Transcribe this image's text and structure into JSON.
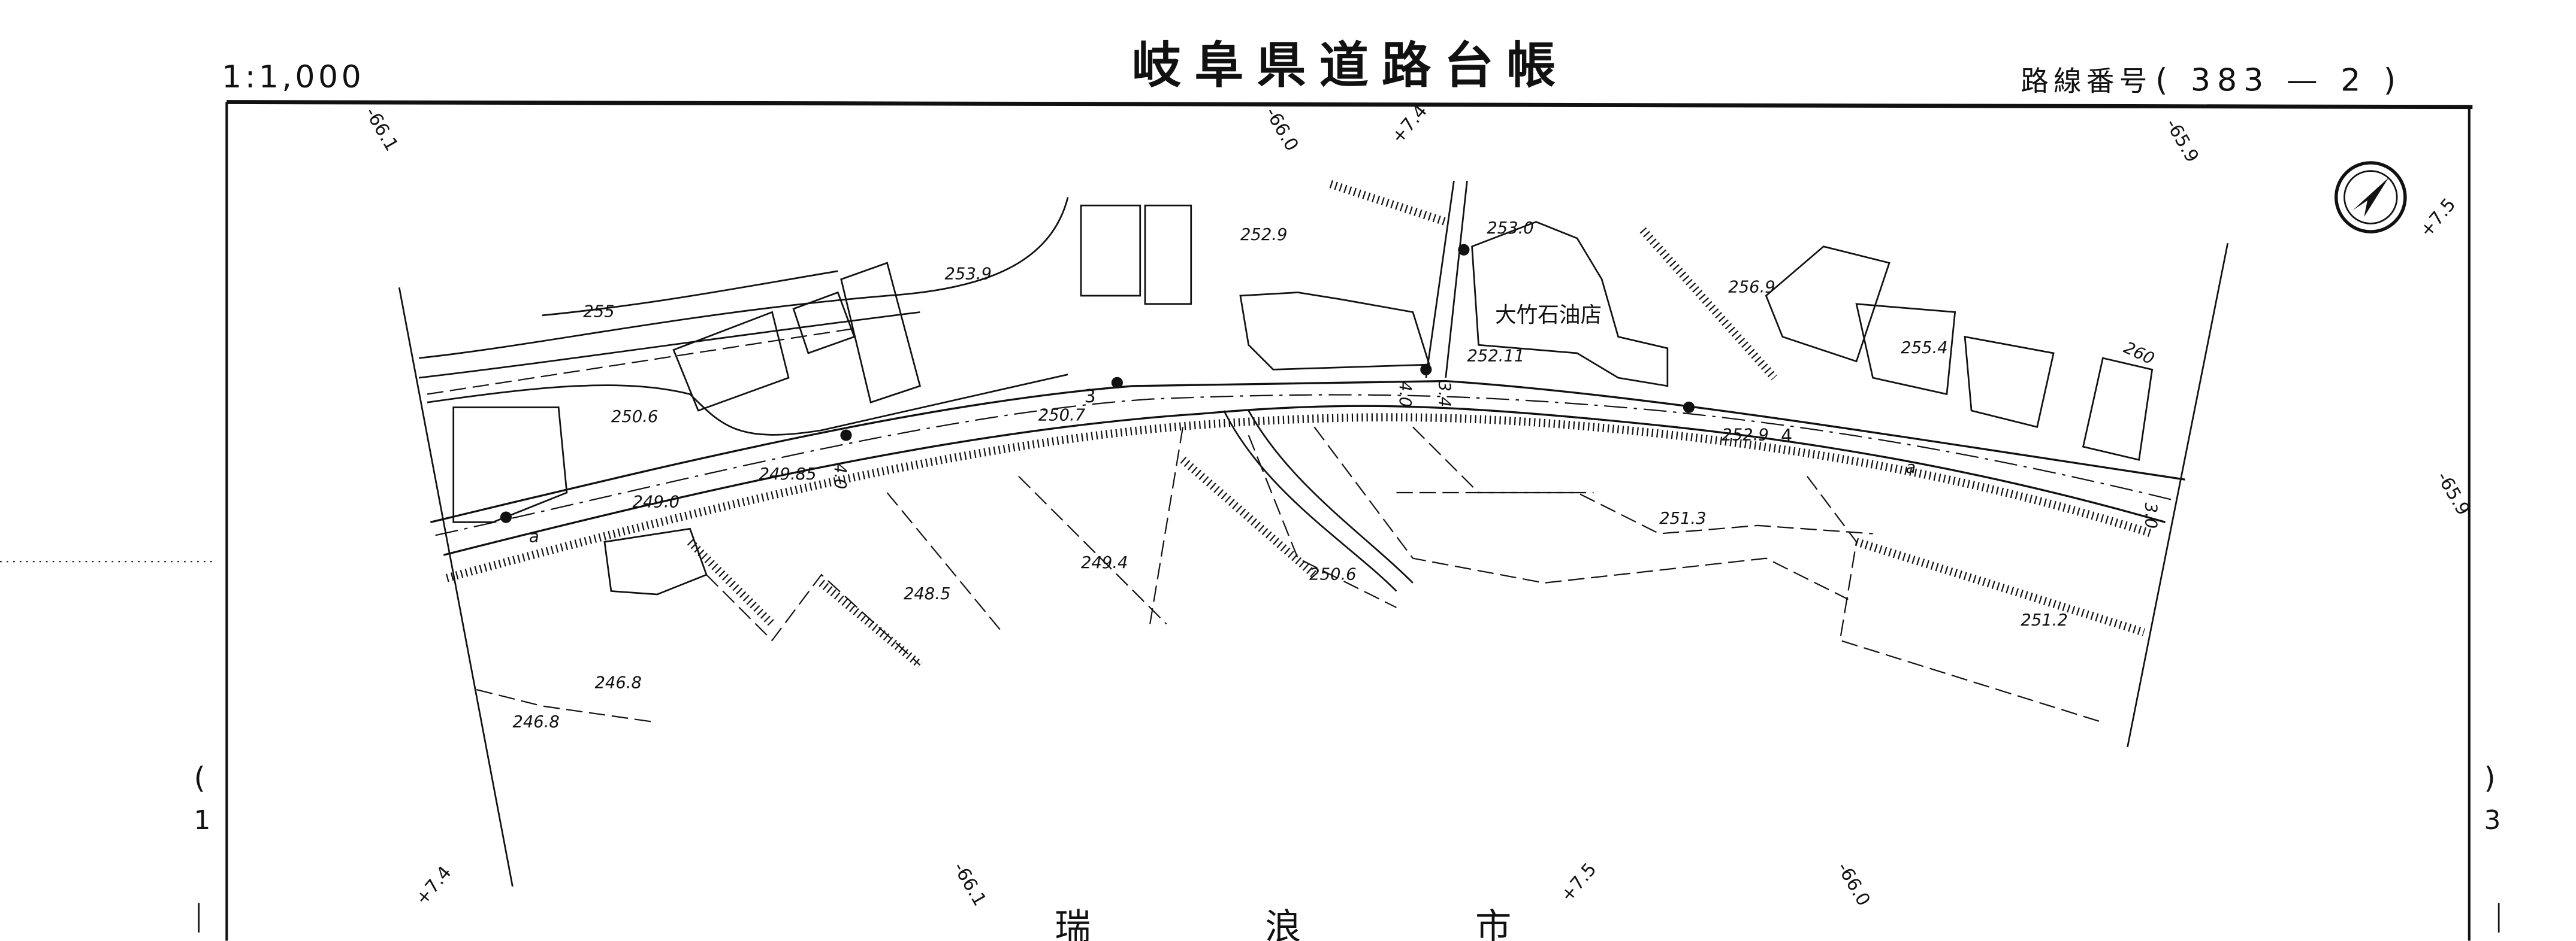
{
  "header": {
    "scale": "1:1,000",
    "title": "岐阜県道路台帳",
    "route_label": "路線番号",
    "route_number": "( 383 —  2 )"
  },
  "grid_labels": [
    "-66.1",
    "-66.0",
    "+7.4",
    "-65.9",
    "+7.5",
    "-65.9",
    "+7.4",
    "-66.1",
    "+7.5",
    "-66.0"
  ],
  "side_marks": {
    "left": "1",
    "right": "3"
  },
  "map": {
    "building_name": "大竹石油店",
    "elevations": [
      "255",
      "253.9",
      "252.9",
      "253.0",
      "256.9",
      "255.4",
      "260",
      "250.6",
      "250.7",
      "252.11",
      "249.85",
      "249.0",
      "252.9",
      "251.3",
      "249.4",
      "250.6",
      "248.5",
      "251.2",
      "246.8",
      "246.8"
    ],
    "widths": [
      "3",
      "4.0",
      "3.4",
      "4.0",
      "4",
      "3.0"
    ],
    "road_symbol": "a"
  },
  "footer": {
    "municipality": [
      "瑞",
      "浪",
      "市"
    ]
  },
  "colors": {
    "ink": "#111111",
    "paper": "#ffffff"
  }
}
